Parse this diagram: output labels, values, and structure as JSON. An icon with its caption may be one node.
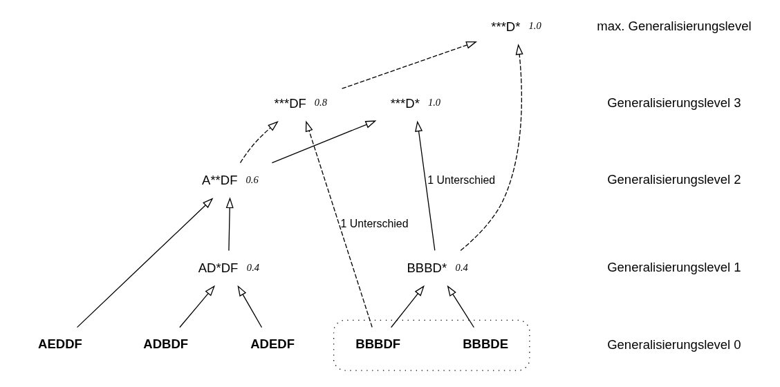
{
  "diagram": {
    "nodes": [
      {
        "text": [
          "***D*"
        ],
        "beside": [
          "1.0"
        ]
      },
      {
        "text": [
          "***D*"
        ],
        "beside": [
          "1.0"
        ]
      },
      {
        "text": [
          "***DF"
        ],
        "beside": [
          "0.8"
        ]
      },
      {
        "text": [
          "A**DF"
        ],
        "beside": [
          "0.6"
        ]
      },
      {
        "text": [
          "AD*DF"
        ],
        "beside": [
          "0.4"
        ]
      },
      {
        "text": [
          "BBBD*"
        ],
        "beside": [
          "0.4"
        ]
      },
      {
        "text": [
          "AEDDF"
        ]
      },
      {
        "text": [
          "ADEDF"
        ]
      },
      {
        "text": [
          "ADBDF"
        ]
      },
      {
        "text": [],
        "shape": "ellipse"
      },
      {
        "text": [
          "BBBDF"
        ],
        "in": 9
      },
      {
        "text": [
          "BBBDE"
        ],
        "in": 9
      }
    ],
    "edges": [
      {
        "from": 2,
        "to": 0,
        "arrow": "to",
        "style": "dashed"
      },
      {
        "from": 5,
        "to": 0,
        "arrow": "to",
        "style": "dashed"
      },
      {
        "from": 3,
        "to": 2,
        "arrow": "to",
        "style": "dashed"
      },
      {
        "from": 10,
        "to": 2,
        "arrow": "to",
        "style": "dashed",
        "label": "1 Unterschied"
      },
      {
        "from": 3,
        "to": 1,
        "arrow": "to"
      },
      {
        "from": 5,
        "to": 1,
        "arrow": "to",
        "label": "1 Unterschied"
      },
      {
        "from": 6,
        "to": 3,
        "arrow": "to"
      },
      {
        "from": 4,
        "to": 3,
        "arrow": "to"
      },
      {
        "from": 7,
        "to": 4,
        "arrow": "to"
      },
      {
        "from": 8,
        "to": 4,
        "arrow": "to"
      },
      {
        "from": 10,
        "to": 5,
        "arrow": "to"
      },
      {
        "from": 11,
        "to": 5,
        "arrow": "to"
      }
    ],
    "labels": [
      "max. Generalisierungslevel",
      "Generalisierungslevel 3",
      "Generalisierungslevel 2",
      "Generalisierungslevel 1",
      "Generalisierungslevel 0"
    ]
  }
}
